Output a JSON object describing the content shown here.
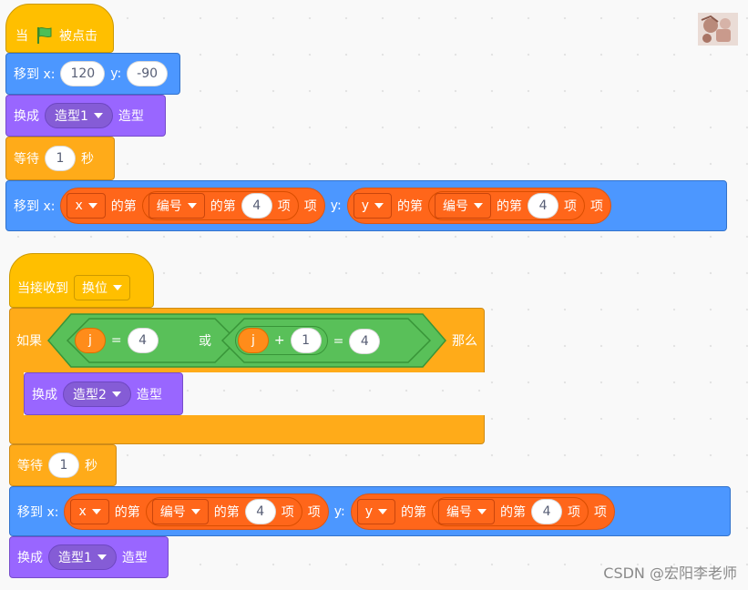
{
  "script1": {
    "hat": {
      "when": "当",
      "clicked": "被点击"
    },
    "goto1": {
      "label_x": "移到 x:",
      "x": "120",
      "label_y": "y:",
      "y": "-90"
    },
    "costume1": {
      "label": "换成",
      "value": "造型1",
      "suffix": "造型"
    },
    "wait1": {
      "label": "等待",
      "value": "1",
      "unit": "秒"
    },
    "goto2": {
      "label_x": "移到 x:",
      "x_list": "x",
      "of": "的第",
      "index_list": "编号",
      "of2": "的第",
      "index": "4",
      "item": "项",
      "item2": "项",
      "label_y": "y:",
      "y_list": "y",
      "y_of": "的第",
      "y_index_list": "编号",
      "y_of2": "的第",
      "y_index": "4",
      "y_item": "项",
      "y_item2": "项"
    }
  },
  "script2": {
    "hat": {
      "label": "当接收到",
      "message": "换位"
    },
    "if": {
      "label": "如果",
      "then": "那么",
      "left": {
        "var": "j",
        "eq": "=",
        "value": "4"
      },
      "or": "或",
      "right": {
        "var": "j",
        "plus": "+",
        "addend": "1",
        "eq": "=",
        "value": "4"
      }
    },
    "costume2": {
      "label": "换成",
      "value": "造型2",
      "suffix": "造型"
    },
    "wait": {
      "label": "等待",
      "value": "1",
      "unit": "秒"
    },
    "goto": {
      "label_x": "移到 x:",
      "x_list": "x",
      "of": "的第",
      "index_list": "编号",
      "of2": "的第",
      "index": "4",
      "item": "项",
      "item2": "项",
      "label_y": "y:",
      "y_list": "y",
      "y_of": "的第",
      "y_index_list": "编号",
      "y_of2": "的第",
      "y_index": "4",
      "y_item": "项",
      "y_item2": "项"
    },
    "costume3": {
      "label": "换成",
      "value": "造型1",
      "suffix": "造型"
    }
  },
  "watermark": "CSDN @宏阳李老师",
  "icons": {
    "flag": "green-flag-icon",
    "dropdown": "chevron-down-icon",
    "sprite": "sprite-thumbnail"
  },
  "colors": {
    "events": "#ffbf00",
    "motion": "#4c97ff",
    "looks": "#9966ff",
    "control": "#ffab19",
    "data": "#ff661a",
    "operators": "#59c059",
    "variables": "#ff8c1a"
  }
}
